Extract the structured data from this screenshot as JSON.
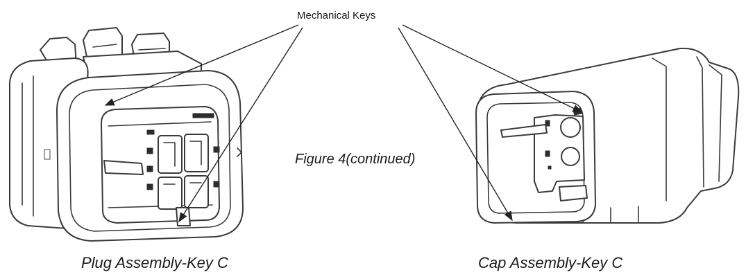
{
  "callout": {
    "text": "Mechanical Keys"
  },
  "figure_caption": "Figure 4(continued)",
  "plug": {
    "caption": "Plug Assembly-Key C"
  },
  "cap": {
    "caption": "Cap Assembly-Key C"
  },
  "colors": {
    "line": "#3a3a3a",
    "arrow": "#222222",
    "background": "#ffffff"
  }
}
